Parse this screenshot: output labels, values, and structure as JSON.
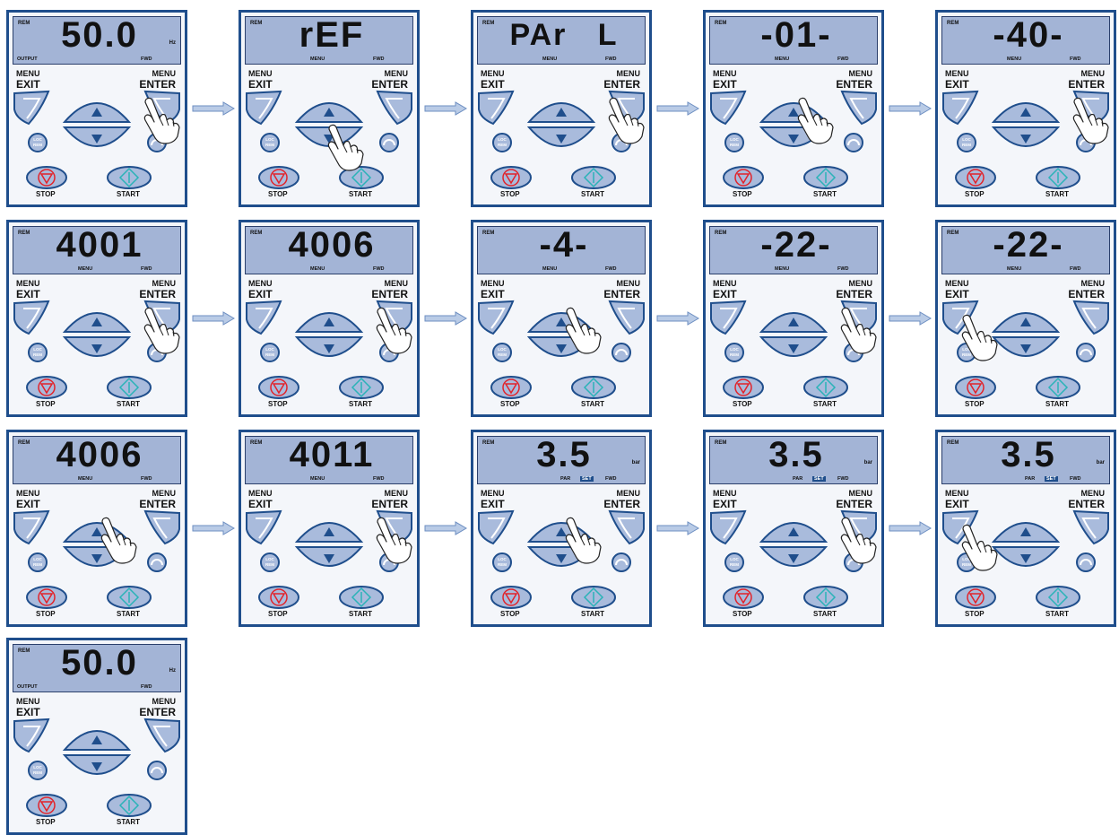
{
  "keypad": {
    "menu_label": "MENU",
    "exit_label": "EXIT",
    "enter_label": "ENTER",
    "loc_label": "LOC",
    "rem_label": "REM",
    "stop_label": "STOP",
    "start_label": "START"
  },
  "colors": {
    "frame": "#1f4e8c",
    "lcd": "#a3b4d6",
    "key": "#a9bbdc",
    "stop": "#e2232a",
    "start": "#2ab3b8",
    "arrow_glyph": "#1f4e8c"
  },
  "steps": [
    {
      "rem": "REM",
      "main": "50.0",
      "unit": "Hz",
      "left": "OUTPUT",
      "menu": "",
      "par": "",
      "set": "",
      "fwd": "FWD",
      "press": "enter"
    },
    {
      "rem": "REM",
      "main": "rEF",
      "unit": "",
      "left": "",
      "menu": "MENU",
      "par": "",
      "set": "",
      "fwd": "FWD",
      "press": "down"
    },
    {
      "rem": "REM",
      "main": "PAr   L",
      "unit": "",
      "left": "",
      "menu": "MENU",
      "par": "",
      "set": "",
      "fwd": "FWD",
      "press": "enter"
    },
    {
      "rem": "REM",
      "main": "-01-",
      "unit": "",
      "left": "",
      "menu": "MENU",
      "par": "",
      "set": "",
      "fwd": "FWD",
      "press": "up"
    },
    {
      "rem": "REM",
      "main": "-40-",
      "unit": "",
      "left": "",
      "menu": "MENU",
      "par": "",
      "set": "",
      "fwd": "FWD",
      "press": "enter"
    },
    {
      "rem": "REM",
      "main": "4001",
      "unit": "",
      "left": "",
      "menu": "MENU",
      "par": "",
      "set": "",
      "fwd": "FWD",
      "press": "enter"
    },
    {
      "rem": "REM",
      "main": "4006",
      "unit": "",
      "left": "",
      "menu": "MENU",
      "par": "",
      "set": "",
      "fwd": "FWD",
      "press": "enter"
    },
    {
      "rem": "REM",
      "main": "-4-",
      "unit": "",
      "left": "",
      "menu": "MENU",
      "par": "",
      "set": "",
      "fwd": "FWD",
      "press": "up"
    },
    {
      "rem": "REM",
      "main": "-22-",
      "unit": "",
      "left": "",
      "menu": "MENU",
      "par": "",
      "set": "",
      "fwd": "FWD",
      "press": "enter"
    },
    {
      "rem": "REM",
      "main": "-22-",
      "unit": "",
      "left": "",
      "menu": "MENU",
      "par": "",
      "set": "",
      "fwd": "FWD",
      "press": "exit"
    },
    {
      "rem": "REM",
      "main": "4006",
      "unit": "",
      "left": "",
      "menu": "MENU",
      "par": "",
      "set": "",
      "fwd": "FWD",
      "press": "up"
    },
    {
      "rem": "REM",
      "main": "4011",
      "unit": "",
      "left": "",
      "menu": "MENU",
      "par": "",
      "set": "",
      "fwd": "FWD",
      "press": "enter"
    },
    {
      "rem": "REM",
      "main": "3.5",
      "unit": "bar",
      "left": "",
      "menu": "",
      "par": "PAR",
      "set": "SET",
      "fwd": "FWD",
      "press": "up"
    },
    {
      "rem": "REM",
      "main": "3.5",
      "unit": "bar",
      "left": "",
      "menu": "",
      "par": "PAR",
      "set": "SET",
      "fwd": "FWD",
      "press": "enter"
    },
    {
      "rem": "REM",
      "main": "3.5",
      "unit": "bar",
      "left": "",
      "menu": "",
      "par": "PAR",
      "set": "SET",
      "fwd": "FWD",
      "press": "exit"
    },
    {
      "rem": "REM",
      "main": "50.0",
      "unit": "Hz",
      "left": "OUTPUT",
      "menu": "",
      "par": "",
      "set": "",
      "fwd": "FWD",
      "press": ""
    }
  ]
}
